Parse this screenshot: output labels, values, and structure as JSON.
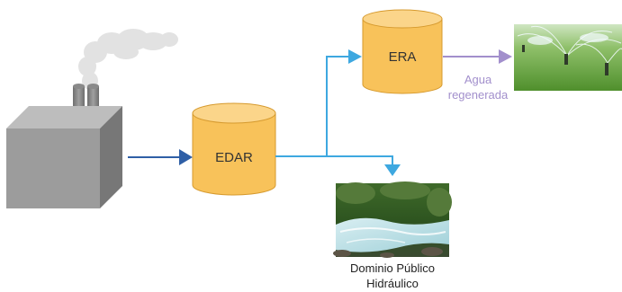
{
  "nodes": {
    "edar": {
      "label": "EDAR"
    },
    "era": {
      "label": "ERA"
    }
  },
  "flows": {
    "reclaimed_water": {
      "line1": "Agua",
      "line2": "regenerada"
    }
  },
  "destinations": {
    "public_water": {
      "line1": "Dominio Público",
      "line2": "Hidráulico"
    }
  },
  "colors": {
    "tank_fill": "#f8c25a",
    "tank_top": "#fbd58a",
    "tank_stroke": "#d69a2e",
    "factory_front": "#9c9c9c",
    "factory_top": "#bdbdbd",
    "factory_side": "#777777",
    "arrow_dark_blue": "#2f5fa6",
    "arrow_light_blue": "#3ea8e0",
    "arrow_purple": "#a28fcc",
    "smoke": "#e2e2e2"
  },
  "icons": {
    "factory": "factory-icon",
    "irrigation_photo": "sprinkler-photo",
    "river_photo": "river-photo"
  }
}
